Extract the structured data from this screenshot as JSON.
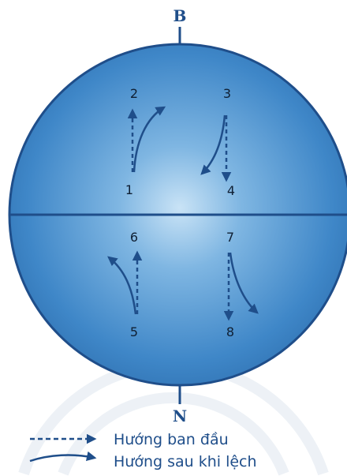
{
  "poles": {
    "north": "B",
    "south": "N"
  },
  "points": {
    "p1": "1",
    "p2": "2",
    "p3": "3",
    "p4": "4",
    "p5": "5",
    "p6": "6",
    "p7": "7",
    "p8": "8"
  },
  "legend": {
    "dashed": "Hướng ban đầu",
    "solid": "Hướng sau khi lệch"
  },
  "colors": {
    "globe": "#3f87c8",
    "globe_edge": "#1f4e8a",
    "arrow": "#1f4e8a",
    "text": "#1f4e8a"
  }
}
